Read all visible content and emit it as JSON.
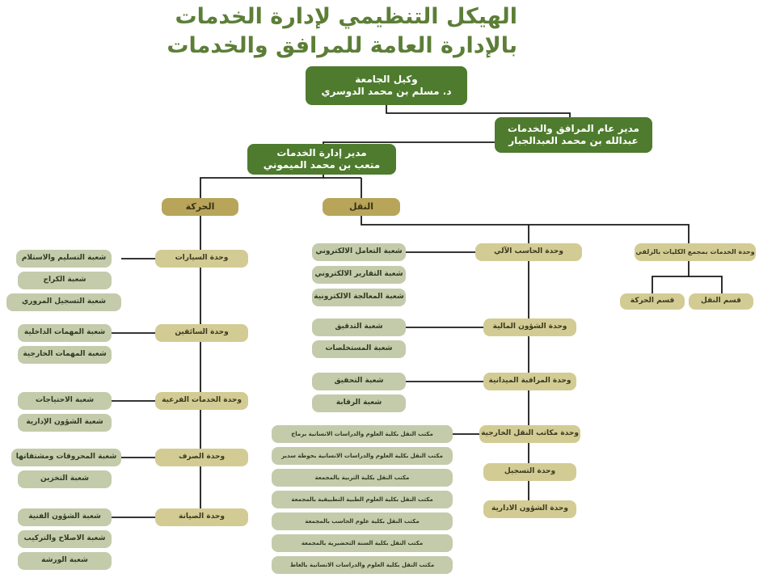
{
  "title": {
    "line1": "الهيكل التنظيمي لإدارة الخدمات",
    "line2": "بالإدارة العامة للمرافق والخدمات"
  },
  "vice_rector": {
    "title": "وكيل الجامعة",
    "name": "د. مسلم بن محمد الدوسري"
  },
  "general_manager": {
    "title": "مدير عام المرافق والخدمات",
    "name": "عبدالله بن محمد العبدالجبار"
  },
  "services_manager": {
    "title": "مدير إدارة الخدمات",
    "name": "متعب بن محمد الميموني"
  },
  "departments": {
    "movement": "الحركة",
    "transport": "النقل"
  },
  "movement_units": {
    "cars": {
      "label": "وحدة السيارات",
      "branches": [
        "شعبة التسليم والاستلام",
        "شعبة الكراج",
        "شعبة التسجيل المروري"
      ]
    },
    "drivers": {
      "label": "وحدة السائقين",
      "branches": [
        "شعبة المهمات الداخلية",
        "شعبة المهمات الخارجية"
      ]
    },
    "sub_services": {
      "label": "وحدة الخدمات الفرعية",
      "branches": [
        "شعبة الاحتياجات",
        "شعبة الشؤون الإدارية"
      ]
    },
    "disbursement": {
      "label": "وحدة الصرف",
      "branches": [
        "شعبة المحروقات ومشتقاتها",
        "شعبة التخزين"
      ]
    },
    "maintenance": {
      "label": "وحدة الصيانة",
      "branches": [
        "شعبة الشؤون الفنية",
        "شعبة الاصلاح والتركيب",
        "شعبة الورشة"
      ]
    }
  },
  "transport_units": {
    "computer": {
      "label": "وحدة الحاسب الآلي",
      "branches": [
        "شعبة التعامل الالكتروني",
        "شعبة التقارير الالكتروني",
        "شعبة المعالجة الالكترونية"
      ]
    },
    "finance": {
      "label": "وحدة الشؤون المالية",
      "branches": [
        "شعبة التدقيق",
        "شعبة المستخلصات"
      ]
    },
    "field": {
      "label": "وحدة المراقبة الميدانية",
      "branches": [
        "شعبة التحقيق",
        "شعبة الرقابة"
      ]
    },
    "external": {
      "label": "وحدة مكاتب النقل الخارجية",
      "offices": [
        "مكتب النقل بكلية العلوم والدراسات الانسانية برماح",
        "مكتب النقل بكلية العلوم والدراسات الانسانية بحوطة سدير",
        "مكتب النقل بكلية التربية بالمجمعة",
        "مكتب النقل بكلية العلوم الطبية التطبيقية بالمجمعة",
        "مكتب النقل بكلية علوم الحاسب بالمجمعة",
        "مكتب النقل بكلية السنة التحضيرية بالمجمعة",
        "مكتب النقل بكلية العلوم والدراسات الانسانية بالغاط"
      ]
    },
    "registration": {
      "label": "وحدة التسجيل"
    },
    "admin": {
      "label": "وحدة الشؤون الادارية"
    },
    "zulfi": {
      "label": "وحدة الخدمات بمجمع الكليات بالزلفي",
      "sections": [
        "قسم النقل",
        "قسم الحركة"
      ]
    }
  },
  "colors": {
    "dark": "#4e7b2e",
    "gold": "#b8a55a",
    "tan": "#d2cc94",
    "sage": "#c4cbab",
    "line": "#1a1a1a",
    "title": "#5c7e37"
  }
}
